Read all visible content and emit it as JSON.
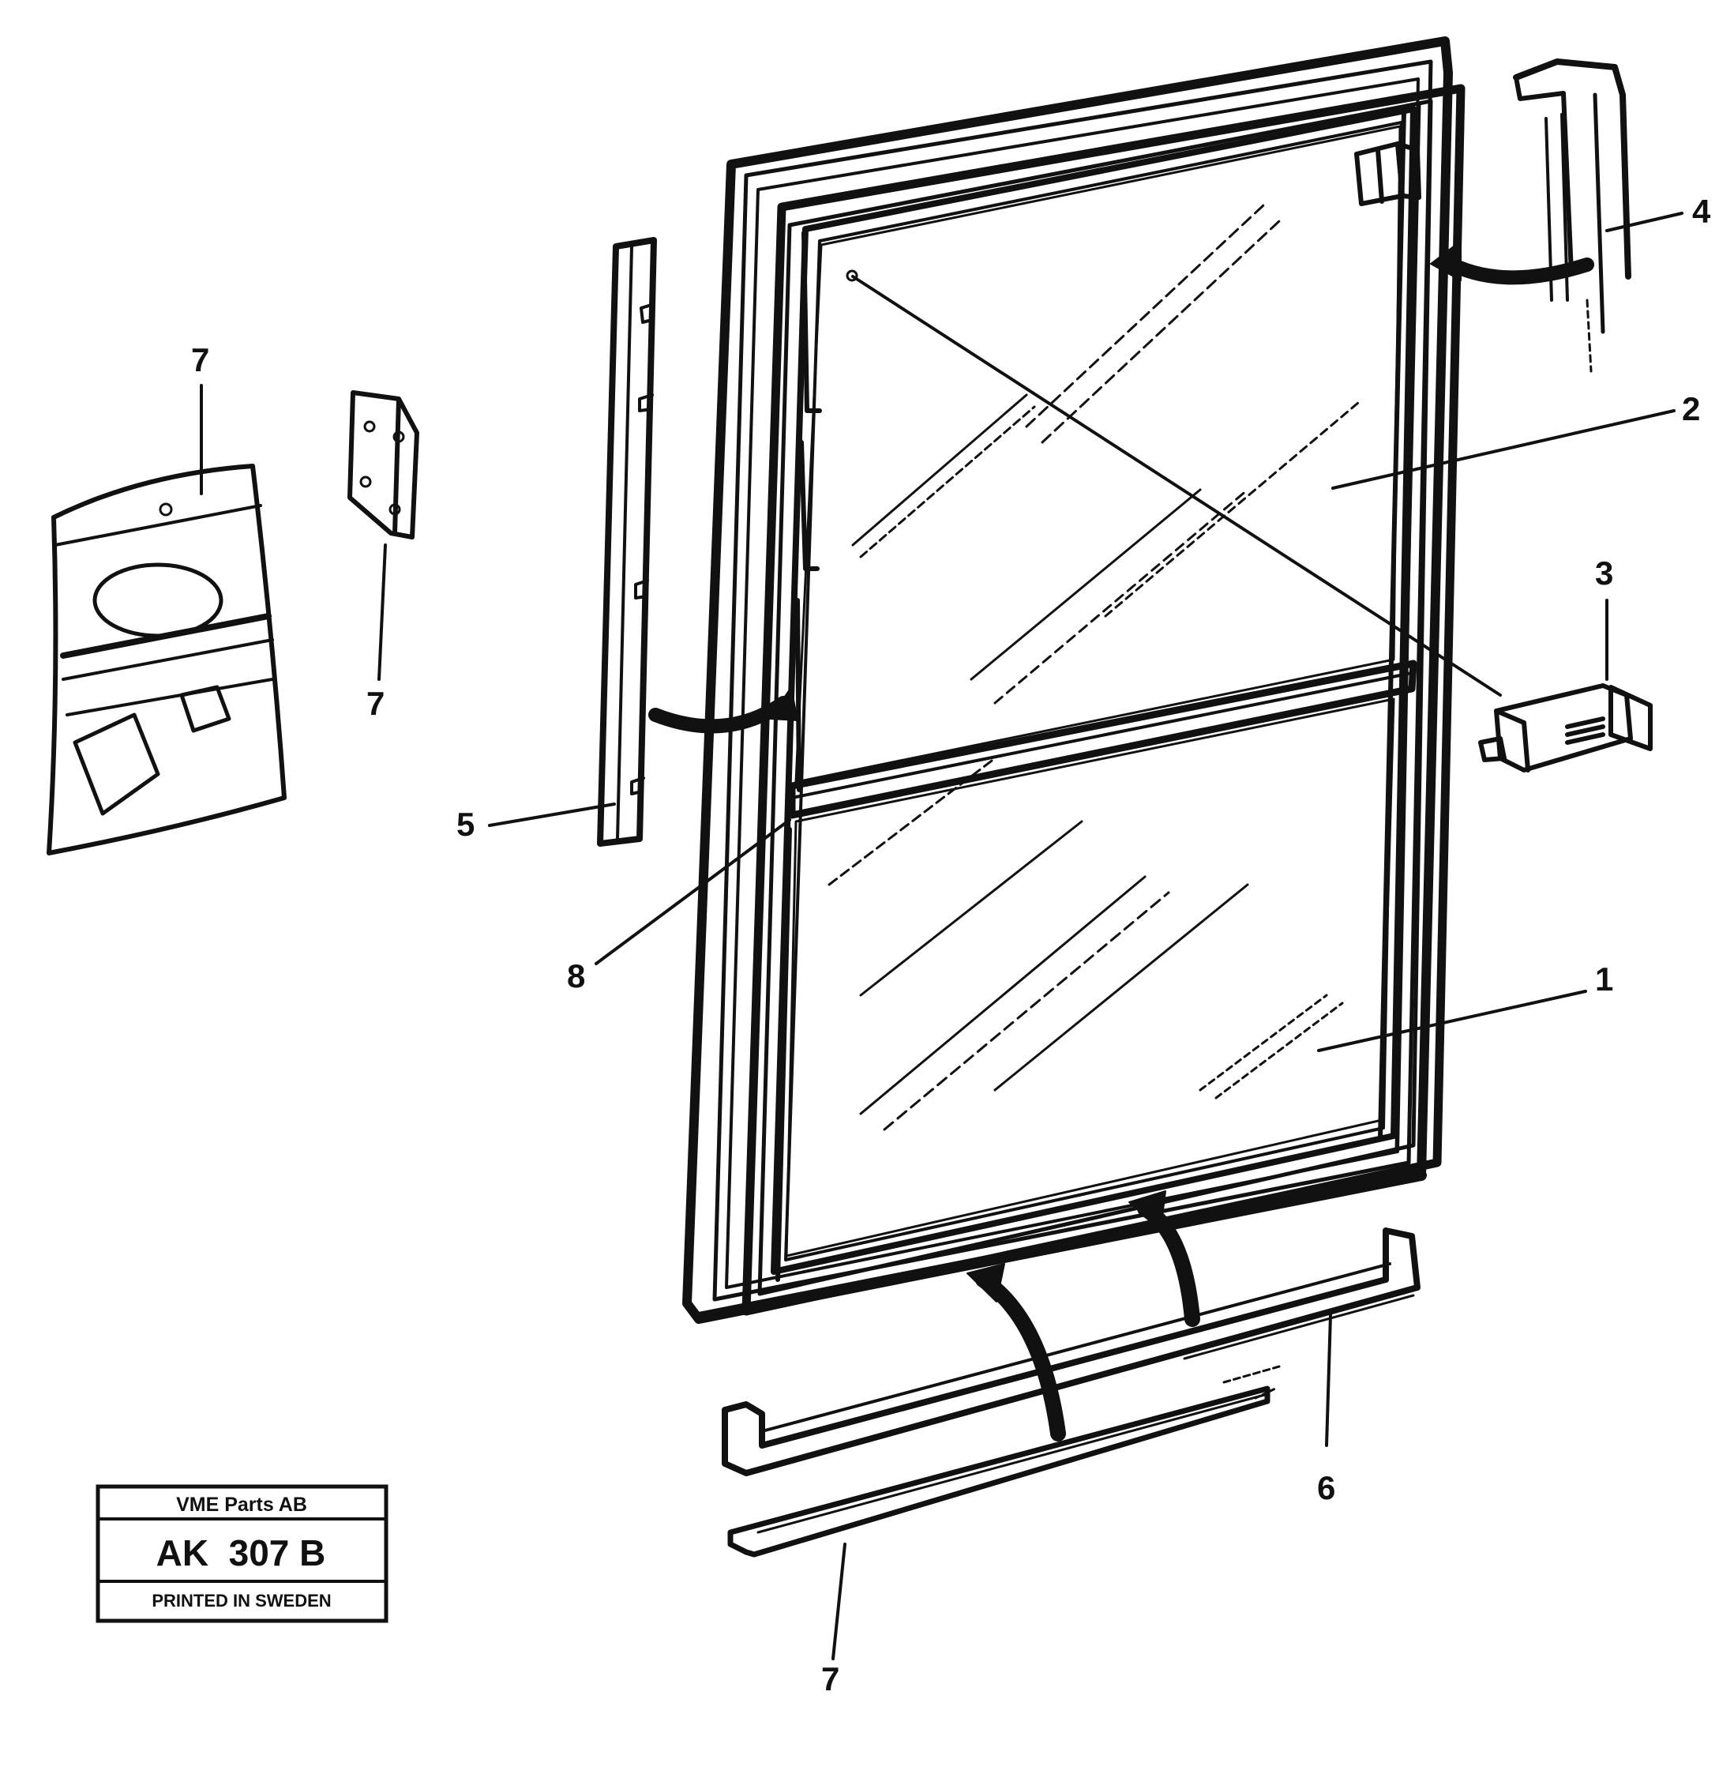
{
  "diagram": {
    "callouts": [
      "1",
      "2",
      "3",
      "4",
      "5",
      "6",
      "7",
      "7",
      "7",
      "8"
    ]
  },
  "title_block": {
    "company": "VME Parts AB",
    "code": "AK  307 B",
    "printed": "PRINTED IN SWEDEN"
  },
  "colors": {
    "ink": "#111111",
    "paper": "#ffffff"
  }
}
